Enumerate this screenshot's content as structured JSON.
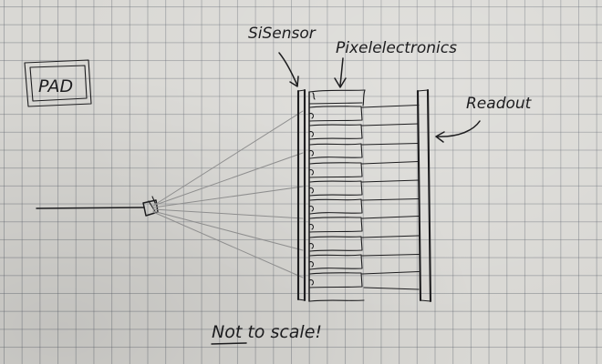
{
  "labels": {
    "pad": "PAD",
    "si_sensor": "SiSensor",
    "pixel_electronics": "Pixelelectronics",
    "readout": "Readout",
    "not_to_scale": "Not to scale!"
  },
  "colors": {
    "ink": "#1d1d1f",
    "pencil": "#8e8e8e",
    "paper": "#d9d8d4",
    "grid": "#5f646e"
  }
}
